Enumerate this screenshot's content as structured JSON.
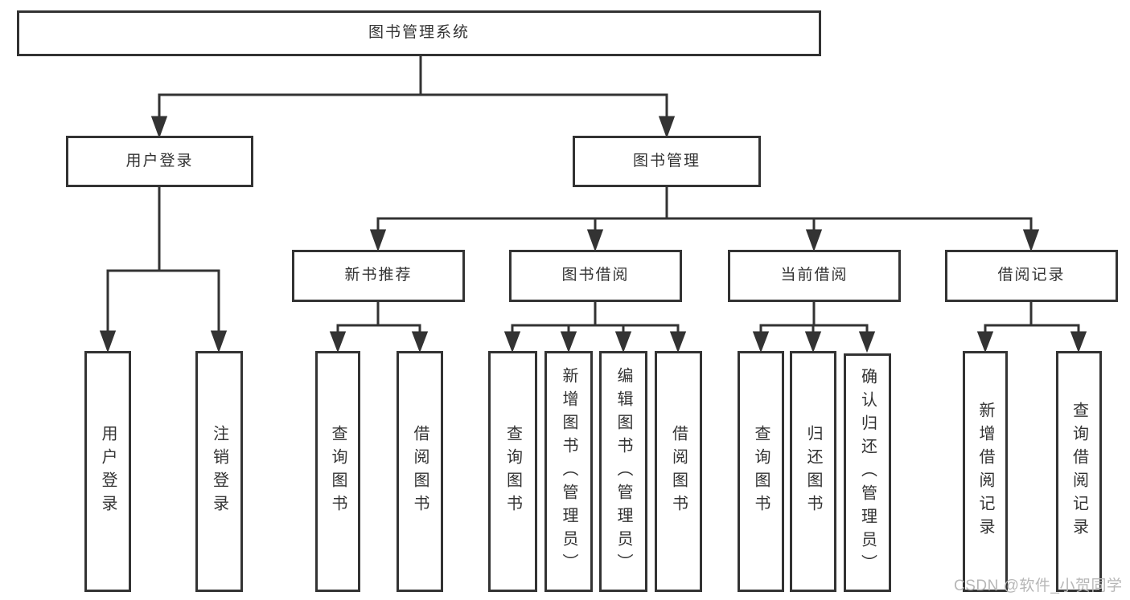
{
  "diagram": {
    "type": "hierarchy-tree",
    "root": {
      "label": "图书管理系统"
    },
    "level2": {
      "user_login": {
        "label": "用户登录"
      },
      "book_management": {
        "label": "图书管理"
      }
    },
    "level3": {
      "new_book_recommend": {
        "label": "新书推荐",
        "parent": "图书管理"
      },
      "book_borrowing": {
        "label": "图书借阅",
        "parent": "图书管理"
      },
      "current_borrowing": {
        "label": "当前借阅",
        "parent": "图书管理"
      },
      "borrowing_records": {
        "label": "借阅记录",
        "parent": "图书管理"
      }
    },
    "leaves": {
      "user_login_leaf": {
        "label": "用户登录",
        "parent": "用户登录"
      },
      "logout_leaf": {
        "label": "注销登录",
        "parent": "用户登录"
      },
      "recommend_query_book": {
        "label": "查询图书",
        "parent": "新书推荐"
      },
      "recommend_borrow_book": {
        "label": "借阅图书",
        "parent": "新书推荐"
      },
      "borrow_query_book": {
        "label": "查询图书",
        "parent": "图书借阅"
      },
      "borrow_add_book_admin": {
        "label": "新增图书（管理员）",
        "parent": "图书借阅"
      },
      "borrow_edit_book_admin": {
        "label": "编辑图书（管理员）",
        "parent": "图书借阅"
      },
      "borrow_borrow_book": {
        "label": "借阅图书",
        "parent": "图书借阅"
      },
      "current_query_book": {
        "label": "查询图书",
        "parent": "当前借阅"
      },
      "current_return_book": {
        "label": "归还图书",
        "parent": "当前借阅"
      },
      "current_confirm_return_admin": {
        "label": "确认归还（管理员）",
        "parent": "当前借阅"
      },
      "records_add_record": {
        "label": "新增借阅记录",
        "parent": "借阅记录"
      },
      "records_query_record": {
        "label": "查询借阅记录",
        "parent": "借阅记录"
      }
    }
  },
  "watermark": {
    "text": "CSDN @软件_小贺同学"
  },
  "colors": {
    "background": "#ffffff",
    "box_border": "#333333",
    "connector_line": "#333333",
    "text": "#333333",
    "watermark_text": "#b7b7b7"
  }
}
